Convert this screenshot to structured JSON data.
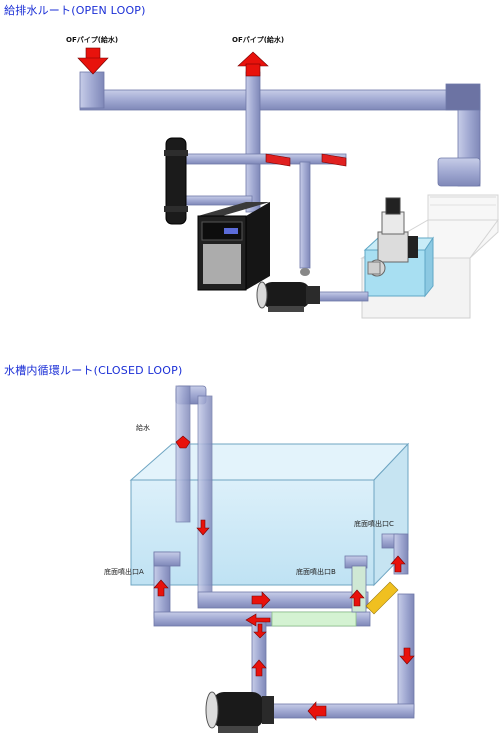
{
  "open_loop": {
    "title": "給排水ルート(OPEN LOOP)",
    "of_pipe_in_label": "OFパイプ(給水)",
    "of_pipe_out_label": "OFパイプ(給水)"
  },
  "closed_loop": {
    "title": "水槽内循環ルート(CLOSED LOOP)",
    "supply_label": "給水",
    "outlet_a_label": "底面噴出口A",
    "outlet_b_label": "底面噴出口B",
    "outlet_c_label": "底面噴出口C"
  },
  "colors": {
    "title_blue": "#1b2fd6",
    "pipe": "#9ea6cf",
    "arrow_red": "#e8120c",
    "tank_glass": "#cde9f6",
    "valve_yellow": "#f0c020"
  }
}
